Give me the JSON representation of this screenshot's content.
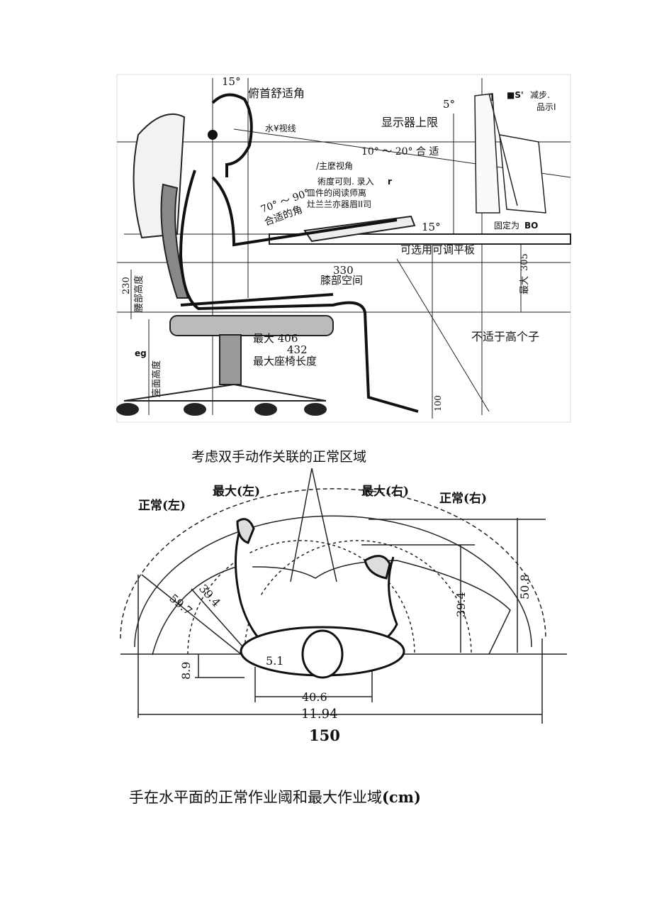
{
  "top_figure": {
    "labels": {
      "angle_15_top": "15°",
      "fu_shou": "俯首舒适角",
      "shui_shixian": "水¥视线",
      "angle_5": "5°",
      "mark_1": "1",
      "corner_s": "■S'",
      "jian_bu": "减步.",
      "pin_shi": "品示I",
      "xian_shi_qi": "显示器上限",
      "angle_10_20": "10° ～ 20° 合  适",
      "zhu_mo": "/主麼视角",
      "shu_du": "術度可则. 录入",
      "r_mark": "r",
      "min_jian": "皿件的阅读师离",
      "shi_lan": "灶兰兰亦器眉II司",
      "angle_70_90": "70° ～ 90°",
      "he_shi_de": "合适的角",
      "angle_15_mid": "15°",
      "gu_ding": "固定为",
      "bo": "BO",
      "ke_xuan": "可选用可调平板",
      "n_330": "330",
      "xi_bu": "膝部空间",
      "n_305": "305",
      "zui_da_305": "最大",
      "n_230": "230",
      "yao_bu": "腰部高度",
      "zui_da_406": "最大 406",
      "n_432": "432",
      "zui_da_zuoyi": "最大座椅长度",
      "bu_shi": "不适于高个子",
      "eg": "eg",
      "zuo_mian": "座面高度",
      "n_100": "100"
    }
  },
  "bottom_figure": {
    "title": "考虑双手动作关联的正常区域",
    "labels": {
      "zheng_chang_left": "正常(左)",
      "zui_da_left": "最大(左)",
      "zui_da_right": "最大(右)",
      "zheng_chang_right": "正常(右)",
      "d_59_7": "59.7",
      "d_39_4_left": "39.4",
      "d_39_4_right": "39.4",
      "d_50_8": "50.8",
      "d_8_9": "8.9",
      "d_5_1": "5.1",
      "d_40_6": "40.6",
      "d_11_94": "11.94"
    }
  },
  "subtitle": "150",
  "caption": {
    "text": "手在水平面的正常作业阈和最大作业域",
    "unit": "(cm)"
  }
}
